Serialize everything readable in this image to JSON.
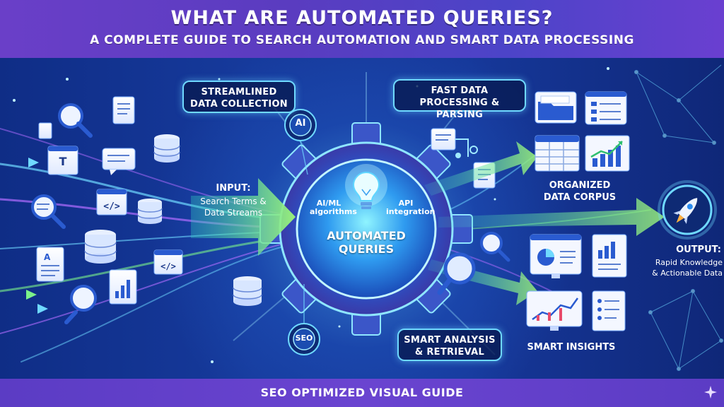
{
  "header": {
    "title": "WHAT ARE AUTOMATED QUERIES?",
    "subtitle": "A COMPLETE GUIDE TO SEARCH AUTOMATION AND SMART DATA PROCESSING"
  },
  "labels": {
    "streamlined": "STREAMLINED DATA COLLECTION",
    "fast_processing": "FAST DATA PROCESSING & PARSING",
    "smart_analysis": "SMART ANALYSIS & RETRIEVAL",
    "input_title": "INPUT:",
    "input_body": "Search Terms & Data Streams",
    "organized_corpus": "ORGANIZED DATA CORPUS",
    "smart_insights": "SMART INSIGHTS",
    "output_title": "OUTPUT:",
    "output_body": "Rapid Knowledge & Actionable Data"
  },
  "gear": {
    "center_label": "AUTOMATED QUERIES",
    "left_label": "AI/ML algorithms",
    "right_label": "API integration"
  },
  "badges": {
    "ai": "AI",
    "seo": "SEO",
    "tile_text": "T"
  },
  "footer": {
    "label": "SEO OPTIMIZED VISUAL GUIDE"
  },
  "colors": {
    "header_bg": "#5a3cc0",
    "accent_cyan": "#6fd9ff",
    "arrow_green": "#7cf28a",
    "stream_purple": "#b06cff"
  }
}
